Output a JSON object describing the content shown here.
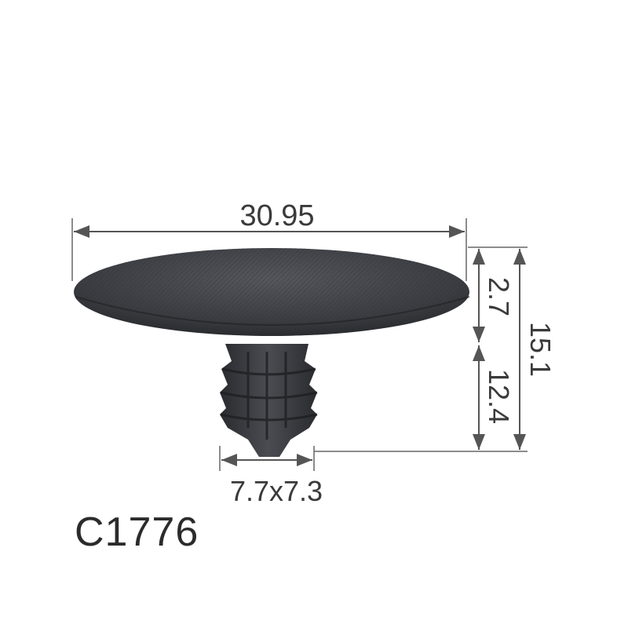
{
  "part_code": "C1776",
  "dimensions": {
    "head_diameter": "30.95",
    "head_thickness": "2.7",
    "stem_length": "12.4",
    "total_height": "15.1",
    "stem_size": "7.7x7.3"
  },
  "colors": {
    "part_fill": "#3b3d42",
    "line": "#555555",
    "text": "#3a3a3a"
  }
}
